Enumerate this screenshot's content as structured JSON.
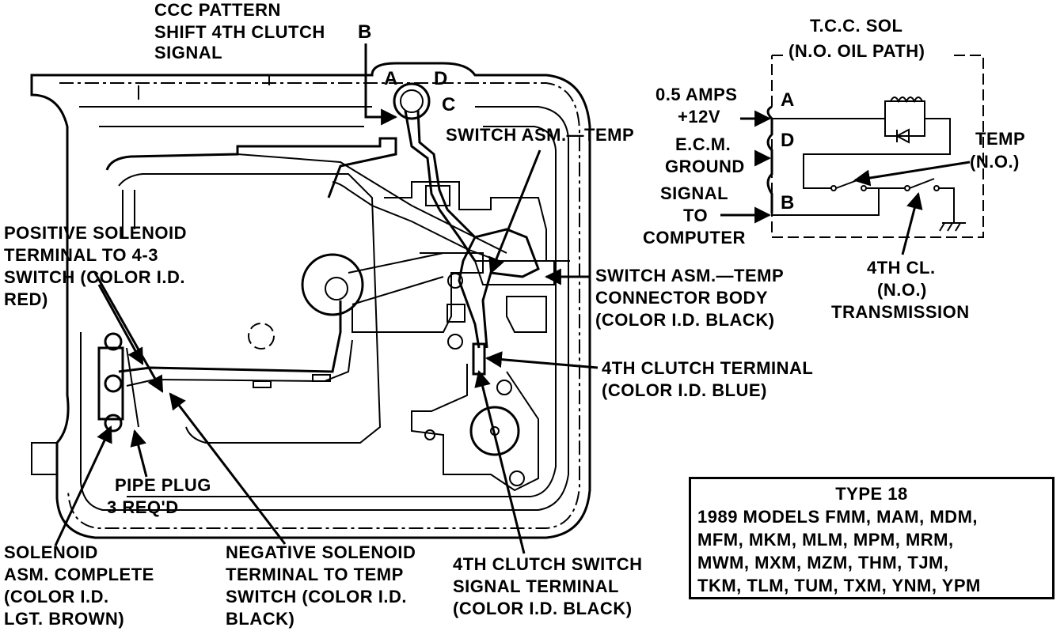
{
  "labels": {
    "ccc_pattern": [
      "CCC PATTERN",
      "SHIFT 4TH CLUTCH",
      "SIGNAL"
    ],
    "pin_b_top": "B",
    "pin_a": "A",
    "pin_d": "D",
    "pin_c": "C",
    "switch_temp": "SWITCH ASM.—TEMP",
    "positive_solenoid": [
      "POSITIVE SOLENOID",
      "TERMINAL TO 4-3",
      "SWITCH (COLOR I.D.",
      "RED)"
    ],
    "switch_connector": [
      "SWITCH ASM.—TEMP",
      "CONNECTOR BODY",
      "(COLOR I.D. BLACK)"
    ],
    "fourth_clutch_terminal": [
      "4TH CLUTCH TERMINAL",
      "(COLOR I.D. BLUE)"
    ],
    "pipe_plug": [
      "PIPE PLUG",
      "3 REQ'D"
    ],
    "solenoid_asm": [
      "SOLENOID",
      "ASM. COMPLETE",
      "(COLOR I.D.",
      "LGT. BROWN)"
    ],
    "negative_solenoid": [
      "NEGATIVE SOLENOID",
      "TERMINAL TO TEMP",
      "SWITCH (COLOR I.D.",
      "BLACK)"
    ],
    "fourth_clutch_switch": [
      "4TH CLUTCH SWITCH",
      "SIGNAL TERMINAL",
      "(COLOR I.D. BLACK)"
    ]
  },
  "schematic": {
    "title": [
      "T.C.C. SOL",
      "(N.O. OIL PATH)"
    ],
    "amps": [
      "0.5 AMPS",
      "+12V"
    ],
    "ecm": [
      "E.C.M.",
      "GROUND"
    ],
    "signal": [
      "SIGNAL",
      "TO",
      "COMPUTER"
    ],
    "pin_a": "A",
    "pin_d": "D",
    "pin_b": "B",
    "temp": [
      "TEMP",
      "(N.O.)"
    ],
    "fourth_cl": [
      "4TH CL.",
      "(N.O.)",
      "TRANSMISSION"
    ]
  },
  "type_box": {
    "title": "TYPE 18",
    "lines": [
      "1989 MODELS FMM, MAM, MDM,",
      "MFM, MKM, MLM, MPM, MRM,",
      "MWM, MXM, MZM, THM, TJM,",
      "TKM, TLM, TUM, TXM, YNM, YPM"
    ]
  }
}
